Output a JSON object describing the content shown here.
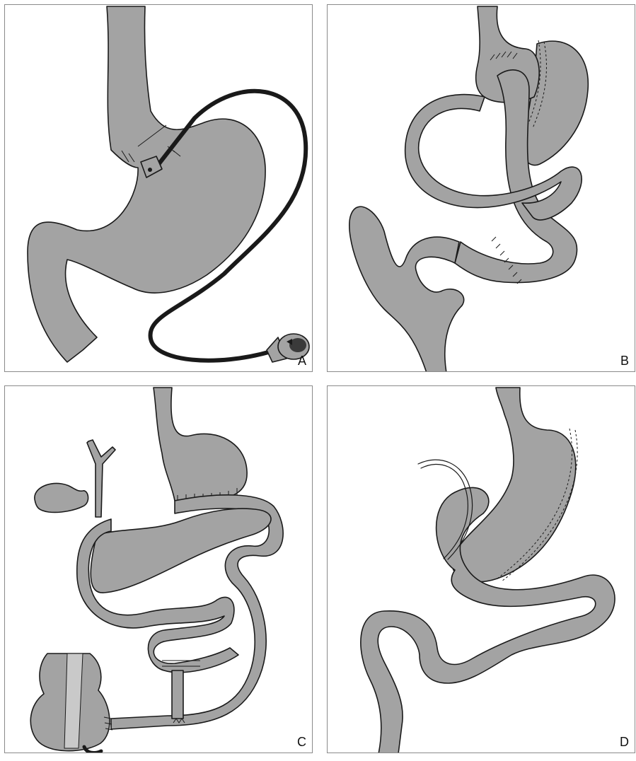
{
  "figure": {
    "panels": [
      {
        "id": "A",
        "label": "A"
      },
      {
        "id": "B",
        "label": "B"
      },
      {
        "id": "C",
        "label": "C"
      },
      {
        "id": "D",
        "label": "D"
      }
    ]
  },
  "colors": {
    "tissue": "#a3a3a3",
    "outline": "#1a1a1a",
    "background": "#ffffff",
    "frame": "#8a8a8a"
  }
}
